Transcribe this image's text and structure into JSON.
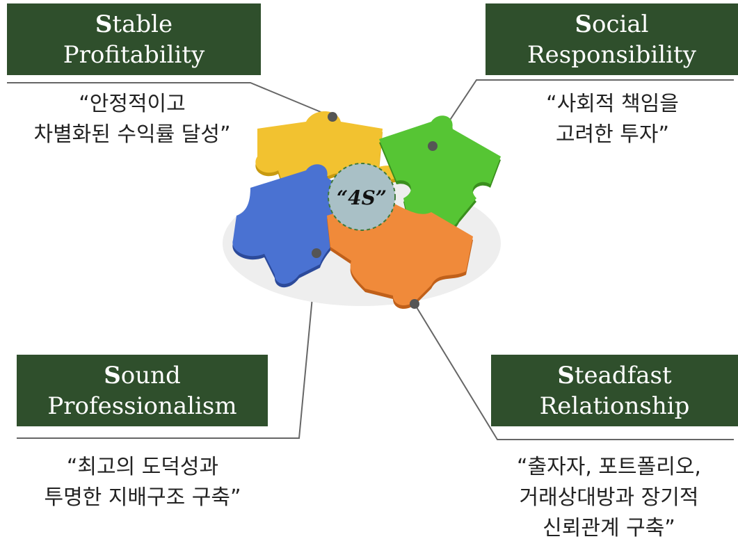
{
  "center_label": "“4S”",
  "items": [
    {
      "first": "S",
      "rest": "table",
      "line2": "Profitability",
      "quote": [
        "“안정적이고",
        "차별화된 수익률 달성”"
      ]
    },
    {
      "first": "S",
      "rest": "ocial",
      "line2": "Responsibility",
      "quote": [
        "“사회적 책임을",
        "고려한 투자”"
      ]
    },
    {
      "first": "S",
      "rest": "ound",
      "line2": "Professionalism",
      "quote": [
        "“최고의 도덕성과",
        "투명한 지배구조 구축”"
      ]
    },
    {
      "first": "S",
      "rest": "teadfast",
      "line2": "Relationship",
      "quote": [
        "“출자자, 포트폴리오,",
        "거래상대방과 장기적",
        "신뢰관계 구축”"
      ]
    }
  ],
  "colors": {
    "box": "#2f4f2c",
    "yellow": "#f2c230",
    "green": "#56c534",
    "blue": "#4a72d2",
    "orange": "#f08a3a",
    "center": "#a9c0c6"
  }
}
